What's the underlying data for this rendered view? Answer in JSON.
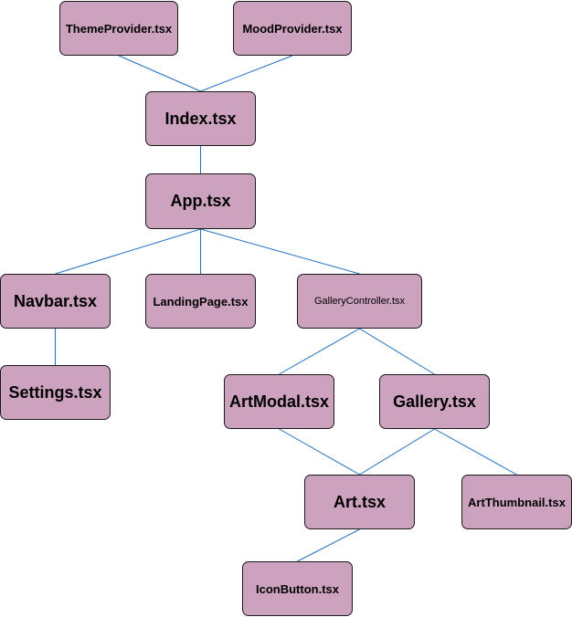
{
  "diagram": {
    "colors": {
      "node_fill": "#cda2bf",
      "node_border": "#1a1a1a",
      "edge": "#1f6fbf"
    },
    "nodes": {
      "theme_provider": "ThemeProvider.tsx",
      "mood_provider": "MoodProvider.tsx",
      "index": "Index.tsx",
      "app": "App.tsx",
      "navbar": "Navbar.tsx",
      "landing_page": "LandingPage.tsx",
      "gallery_controller": "GalleryController.tsx",
      "settings": "Settings.tsx",
      "art_modal": "ArtModal.tsx",
      "gallery": "Gallery.tsx",
      "art": "Art.tsx",
      "art_thumbnail": "ArtThumbnail.tsx",
      "icon_button": "IconButton.tsx"
    },
    "edges": [
      [
        "theme_provider",
        "index"
      ],
      [
        "mood_provider",
        "index"
      ],
      [
        "index",
        "app"
      ],
      [
        "app",
        "navbar"
      ],
      [
        "app",
        "landing_page"
      ],
      [
        "app",
        "gallery_controller"
      ],
      [
        "navbar",
        "settings"
      ],
      [
        "gallery_controller",
        "art_modal"
      ],
      [
        "gallery_controller",
        "gallery"
      ],
      [
        "art_modal",
        "art"
      ],
      [
        "gallery",
        "art"
      ],
      [
        "gallery",
        "art_thumbnail"
      ],
      [
        "art",
        "icon_button"
      ]
    ]
  }
}
